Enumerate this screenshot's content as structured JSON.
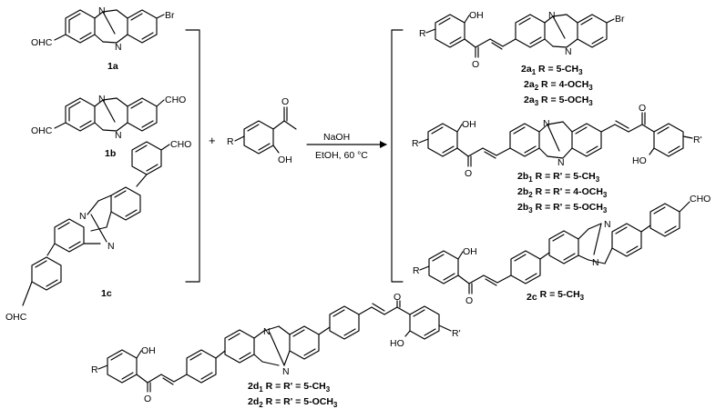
{
  "atoms": {
    "N": "N",
    "Br": "Br",
    "CHO": "CHO",
    "OHC": "OHC",
    "OH": "OH",
    "HO": "HO",
    "O": "O",
    "R": "R",
    "Rp": "R'"
  },
  "plus": "+",
  "conditions": {
    "reagent": "NaOH",
    "solvent_temp": "EtOH, 60 °C"
  },
  "starting": [
    {
      "id": "1a",
      "label": "1a"
    },
    {
      "id": "1b",
      "label": "1b"
    },
    {
      "id": "1c",
      "label": "1c"
    }
  ],
  "products": {
    "p2a": [
      {
        "pre": "2a",
        "sub": "1",
        "post": " R = 5-CH",
        "sub2": "3"
      },
      {
        "pre": "2a",
        "sub": "2",
        "post": " R = 4-OCH",
        "sub2": "3"
      },
      {
        "pre": "2a",
        "sub": "3",
        "post": " R = 5-OCH",
        "sub2": "3"
      }
    ],
    "p2b": [
      {
        "pre": "2b",
        "sub": "1",
        "post": " R = R' = 5-CH",
        "sub2": "3"
      },
      {
        "pre": "2b",
        "sub": "2",
        "post": " R = R' =  4-OCH",
        "sub2": "3"
      },
      {
        "pre": "2b",
        "sub": "3",
        "post": " R = R' = 5-OCH",
        "sub2": "3"
      }
    ],
    "p2c": [
      {
        "pre": "2c",
        "sub": "",
        "post": " R = 5-CH",
        "sub2": "3"
      }
    ],
    "p2d": [
      {
        "pre": "2d",
        "sub": "1",
        "post": " R = R' = 5-CH",
        "sub2": "3"
      },
      {
        "pre": "2d",
        "sub": "2",
        "post": " R = R' = 5-OCH",
        "sub2": "3"
      }
    ]
  }
}
